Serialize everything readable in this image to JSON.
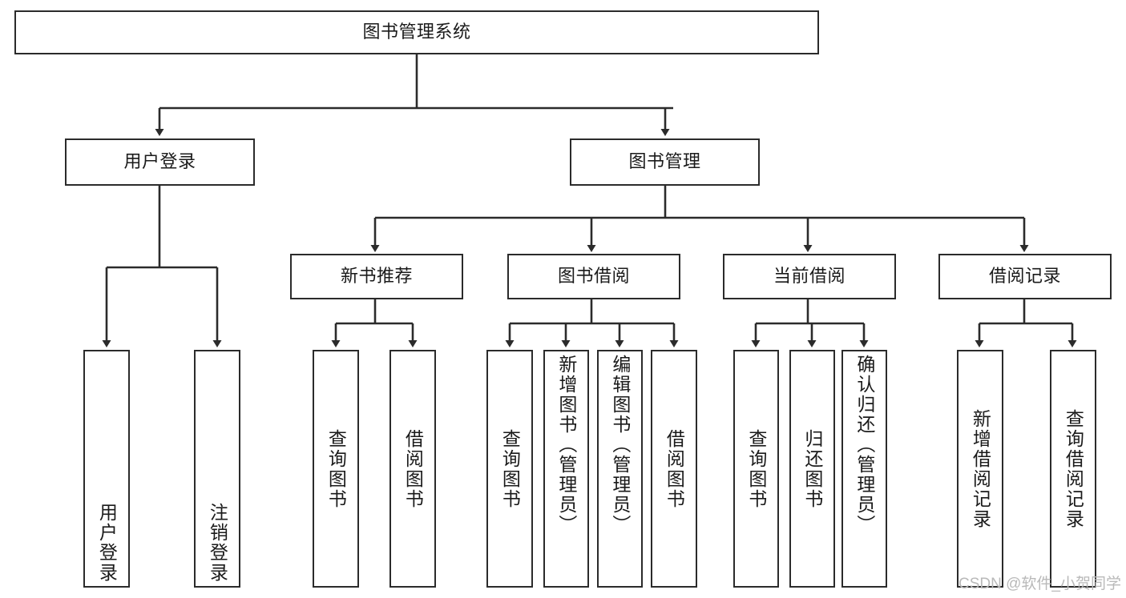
{
  "diagram": {
    "title": "图书管理系统",
    "type": "tree",
    "watermark": "CSDN @软件_小贺同学",
    "colors": {
      "stroke": "#2b2b2b",
      "fill": "#ffffff",
      "text": "#1a1a1a",
      "watermark": "#b9b9b9"
    },
    "levels": {
      "root": {
        "label": "图书管理系统"
      },
      "level2": [
        {
          "id": "user-login",
          "label": "用户登录"
        },
        {
          "id": "book-manage",
          "label": "图书管理"
        }
      ],
      "level3": [
        {
          "id": "new-book-recommend",
          "label": "新书推荐"
        },
        {
          "id": "book-borrow",
          "label": "图书借阅"
        },
        {
          "id": "current-borrow",
          "label": "当前借阅"
        },
        {
          "id": "borrow-record",
          "label": "借阅记录"
        }
      ],
      "leaves": [
        {
          "id": "leaf-user-login",
          "label": "用户登录",
          "parent": "user-login"
        },
        {
          "id": "leaf-logout",
          "label": "注销登录",
          "parent": "user-login"
        },
        {
          "id": "leaf-query-book-1",
          "label": "查询图书",
          "parent": "new-book-recommend"
        },
        {
          "id": "leaf-borrow-book-1",
          "label": "借阅图书",
          "parent": "new-book-recommend"
        },
        {
          "id": "leaf-query-book-2",
          "label": "查询图书",
          "parent": "book-borrow"
        },
        {
          "id": "leaf-add-book",
          "label": "新增图书（管理员）",
          "parent": "book-borrow"
        },
        {
          "id": "leaf-edit-book",
          "label": "编辑图书（管理员）",
          "parent": "book-borrow"
        },
        {
          "id": "leaf-borrow-book-2",
          "label": "借阅图书",
          "parent": "book-borrow"
        },
        {
          "id": "leaf-query-book-3",
          "label": "查询图书",
          "parent": "current-borrow"
        },
        {
          "id": "leaf-return-book",
          "label": "归还图书",
          "parent": "current-borrow"
        },
        {
          "id": "leaf-confirm-return",
          "label": "确认归还（管理员）",
          "parent": "current-borrow"
        },
        {
          "id": "leaf-add-record",
          "label": "新增借阅记录",
          "parent": "borrow-record"
        },
        {
          "id": "leaf-query-record",
          "label": "查询借阅记录",
          "parent": "borrow-record"
        }
      ]
    }
  }
}
